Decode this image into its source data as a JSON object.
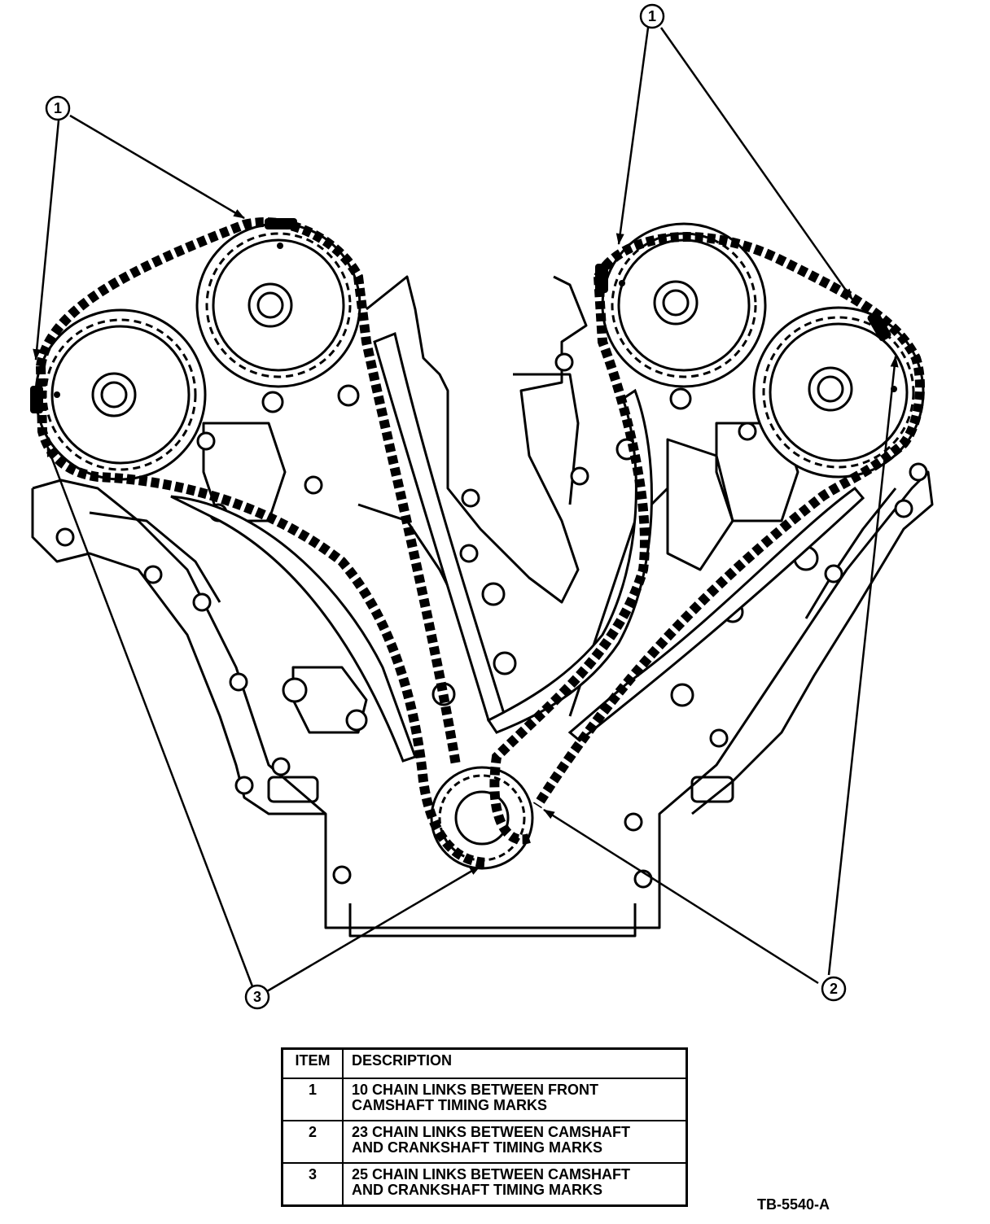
{
  "callouts": {
    "c1_left": "1",
    "c1_right": "1",
    "c2": "2",
    "c3": "3"
  },
  "legend": {
    "header_item": "ITEM",
    "header_description": "DESCRIPTION",
    "rows": [
      {
        "item": "1",
        "description": "10 CHAIN LINKS BETWEEN FRONT\nCAMSHAFT TIMING MARKS"
      },
      {
        "item": "2",
        "description": "23 CHAIN LINKS BETWEEN CAMSHAFT\nAND CRANKSHAFT TIMING MARKS"
      },
      {
        "item": "3",
        "description": "25 CHAIN LINKS BETWEEN CAMSHAFT\nAND CRANKSHAFT TIMING MARKS"
      }
    ]
  },
  "figure_id": "TB-5540-A"
}
